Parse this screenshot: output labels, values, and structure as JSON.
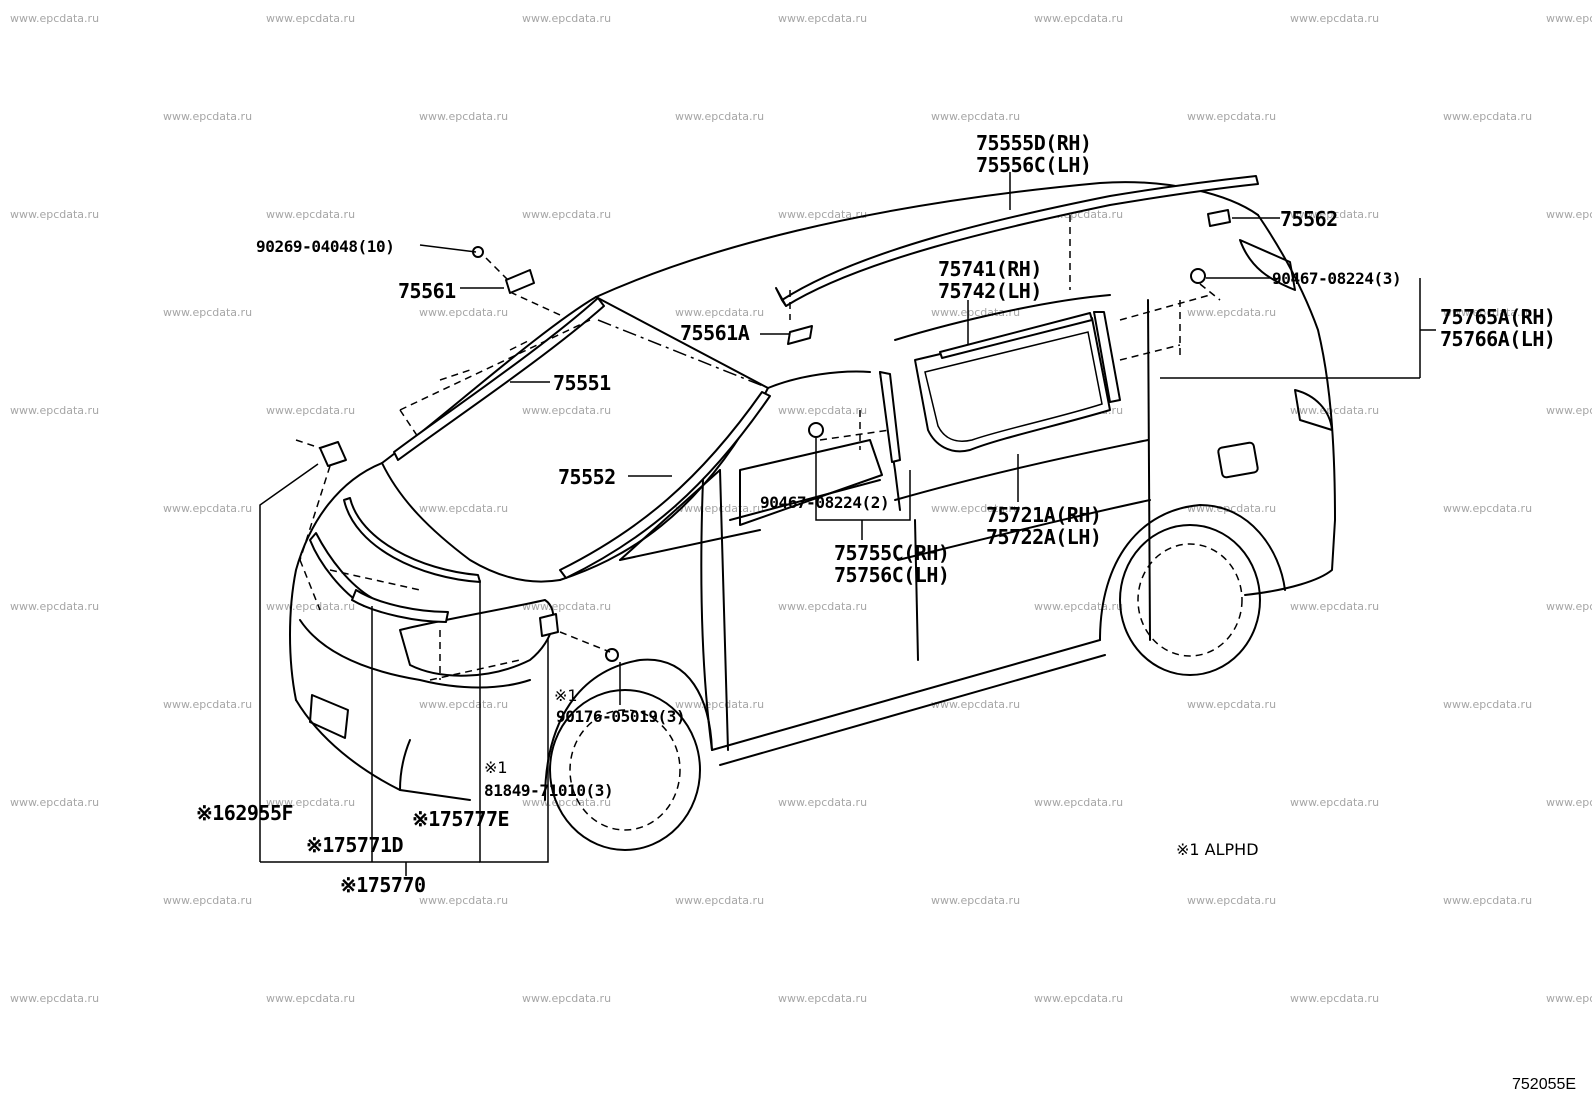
{
  "watermark": "www.epcdata.ru",
  "diagram_code": "752055E",
  "legend_note": "※1 ALPHD",
  "labels": {
    "roof_molding_rh": "75555D(RH)",
    "roof_molding_lh": "75556C(LH)",
    "clip_75562": "75562",
    "clip_90269": "90269-04048(10)",
    "clip_75561": "75561",
    "window_molding_75551": "75551",
    "clip_75561A": "75561A",
    "side_window_molding_rh": "75741(RH)",
    "side_window_molding_lh": "75742(LH)",
    "clip_90467_3": "90467-08224(3)",
    "back_molding_rh": "75765A(RH)",
    "back_molding_lh": "75766A(LH)",
    "pillar_molding_75552": "75552",
    "clip_90467_2": "90467-08224(2)",
    "quarter_window_rh": "75721A(RH)",
    "quarter_window_lh": "75722A(LH)",
    "pillar_garnish_rh": "75755C(RH)",
    "pillar_garnish_lh": "75756C(LH)",
    "mark_1a": "※1",
    "screw_90176": "90176-05019(3)",
    "mark_1b": "※1",
    "bolt_81849": "81849-71010(3)",
    "grille_62955F": "※162955F",
    "emblem_75777E": "※175777E",
    "plate_75771D": "※175771D",
    "assy_75770": "※175770"
  }
}
